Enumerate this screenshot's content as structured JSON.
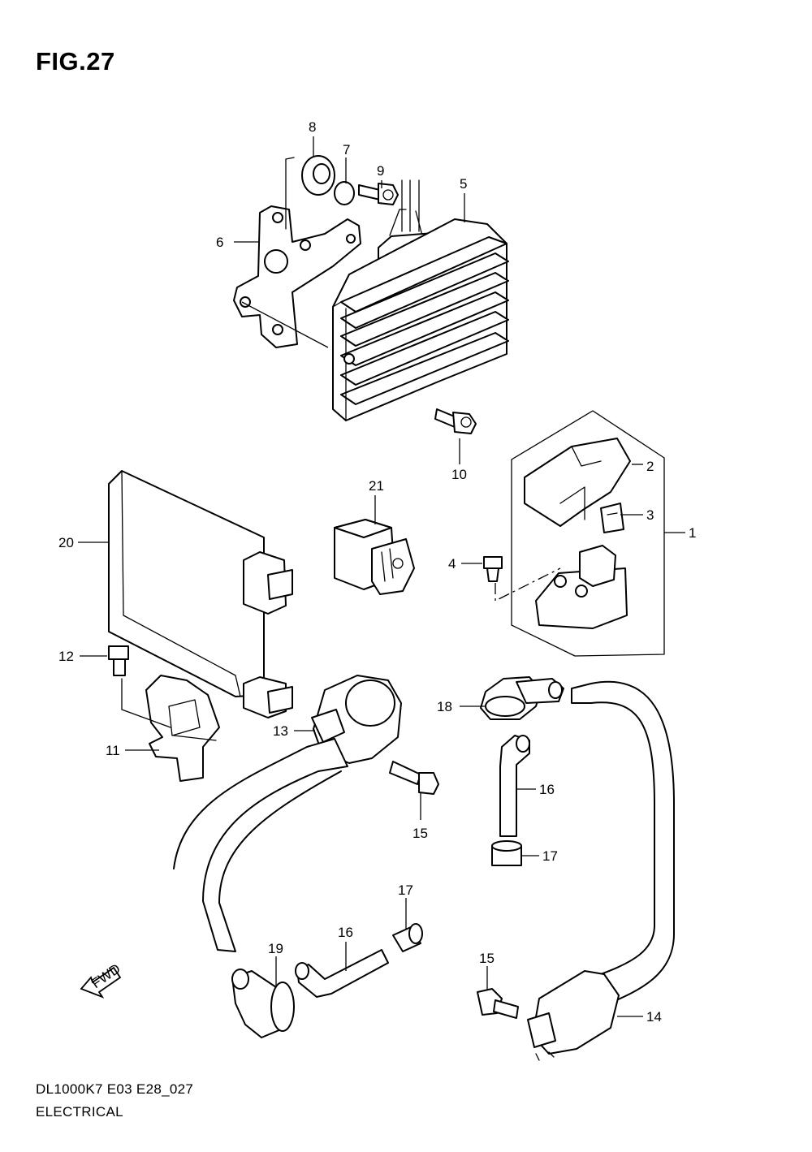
{
  "figure": {
    "title": "FIG.27"
  },
  "footer": {
    "model_code": "DL1000K7 E03 E28_027",
    "section_name": "ELECTRICAL"
  },
  "callouts": {
    "p1": "1",
    "p2": "2",
    "p3": "3",
    "p4": "4",
    "p5": "5",
    "p6": "6",
    "p7": "7",
    "p8": "8",
    "p9": "9",
    "p10": "10",
    "p11": "11",
    "p12": "12",
    "p13": "13",
    "p14": "14",
    "p15a": "15",
    "p15b": "15",
    "p16a": "16",
    "p16b": "16",
    "p17a": "17",
    "p17b": "17",
    "p18": "18",
    "p19": "19",
    "p20": "20",
    "p21": "21"
  },
  "direction_marker": {
    "label": "FWD"
  }
}
